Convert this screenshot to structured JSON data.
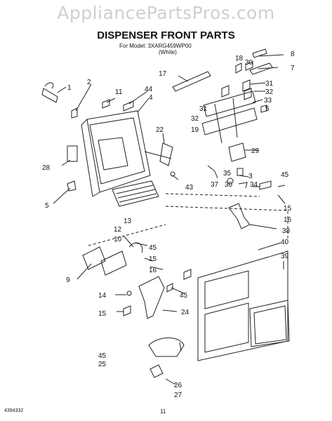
{
  "watermark": "AppliancePartsPros.com",
  "title": "DISPENSER FRONT PARTS",
  "model_line": "For Model: 3XARG459WP00",
  "variant": "(White)",
  "doc_number": "4394332",
  "page_number": "11",
  "part_labels": [
    "1",
    "2",
    "11",
    "44",
    "4",
    "17",
    "18",
    "30",
    "8",
    "7",
    "31",
    "32",
    "33",
    "31",
    "32",
    "19",
    "5",
    "22",
    "29",
    "28",
    "3",
    "45",
    "35",
    "34",
    "36",
    "37",
    "15",
    "16",
    "38",
    "5",
    "43",
    "13",
    "12",
    "10",
    "45",
    "15",
    "16",
    "40",
    "39",
    "9",
    "14",
    "45",
    "24",
    "15",
    "45",
    "25",
    "26",
    "27"
  ]
}
